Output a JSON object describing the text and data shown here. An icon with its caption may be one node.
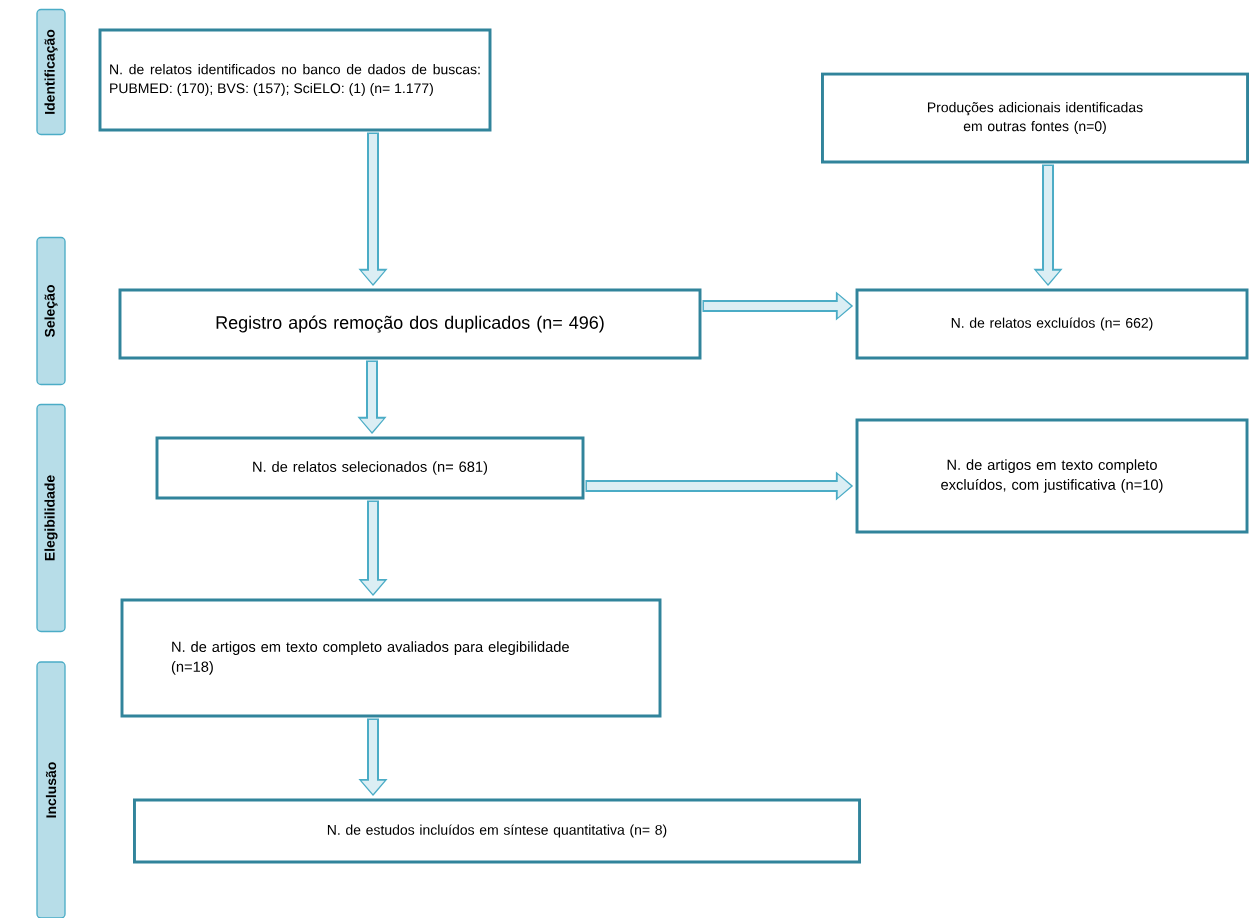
{
  "diagram": {
    "nodes": [
      {
        "text": [
          "Identificação"
        ]
      },
      {
        "text": [
          "Seleção"
        ]
      },
      {
        "text": [
          "Elegibilidade"
        ]
      },
      {
        "text": [
          "Inclusão"
        ]
      },
      {
        "text": [
          "N. de relatos identificados no banco de dados de buscas: PUBMED: (170); BVS: (157); SciELO: (1) (n= 1.177)"
        ]
      },
      {
        "text": [
          "Produções adicionais identificadas em outras fontes (n=0)"
        ]
      },
      {
        "text": [
          "Registro após remoção dos duplicados (n= 496)"
        ]
      },
      {
        "text": [
          "N. de relatos excluídos (n= 662)"
        ]
      },
      {
        "text": [
          "N. de relatos selecionados (n= 681)"
        ]
      },
      {
        "text": [
          "N. de artigos em texto completo excluídos, com justificativa (n=10)"
        ]
      },
      {
        "text": [
          "N. de artigos em texto completo avaliados para elegibilidade (n=18)"
        ]
      },
      {
        "text": [
          "N. de estudos incluídos em síntese quantitativa (n= 8)"
        ]
      }
    ],
    "edges": [
      {
        "from": 4,
        "to": 6,
        "arrow": "to"
      },
      {
        "from": 5,
        "to": 7,
        "arrow": "to"
      },
      {
        "from": 6,
        "to": 7,
        "arrow": "to"
      },
      {
        "from": 6,
        "to": 8,
        "arrow": "to"
      },
      {
        "from": 8,
        "to": 9,
        "arrow": "to"
      },
      {
        "from": 8,
        "to": 10,
        "arrow": "to"
      },
      {
        "from": 10,
        "to": 11,
        "arrow": "to"
      }
    ]
  }
}
